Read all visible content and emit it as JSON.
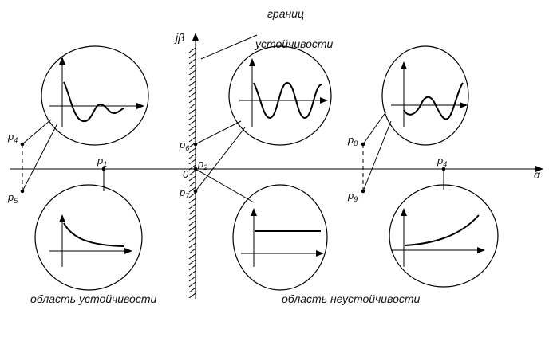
{
  "axes": {
    "imag_label": "jβ",
    "real_label": "α",
    "origin_label": "0"
  },
  "labels": {
    "boundary_line1": "границ",
    "boundary_line2": "устойчивости",
    "stable_region": "область устойчивости",
    "unstable_region": "область неустойчивости"
  },
  "points": [
    {
      "base": "p",
      "sub": "1"
    },
    {
      "base": "p",
      "sub": "2"
    },
    {
      "base": "p",
      "sub": "4"
    },
    {
      "base": "p",
      "sub": "5"
    },
    {
      "base": "p",
      "sub": "6"
    },
    {
      "base": "p",
      "sub": "7"
    },
    {
      "base": "p",
      "sub": "8"
    },
    {
      "base": "p",
      "sub": "9"
    },
    {
      "base": "p",
      "sub": "4"
    }
  ],
  "insets": [
    {
      "id": "decaying-oscillation",
      "curve": "damped oscillation"
    },
    {
      "id": "sustained-oscillation",
      "curve": "constant-amplitude oscillation"
    },
    {
      "id": "growing-oscillation",
      "curve": "increasing oscillation"
    },
    {
      "id": "exponential-decay",
      "curve": "decaying exponential"
    },
    {
      "id": "constant",
      "curve": "constant level"
    },
    {
      "id": "exponential-growth",
      "curve": "growing exponential"
    }
  ]
}
